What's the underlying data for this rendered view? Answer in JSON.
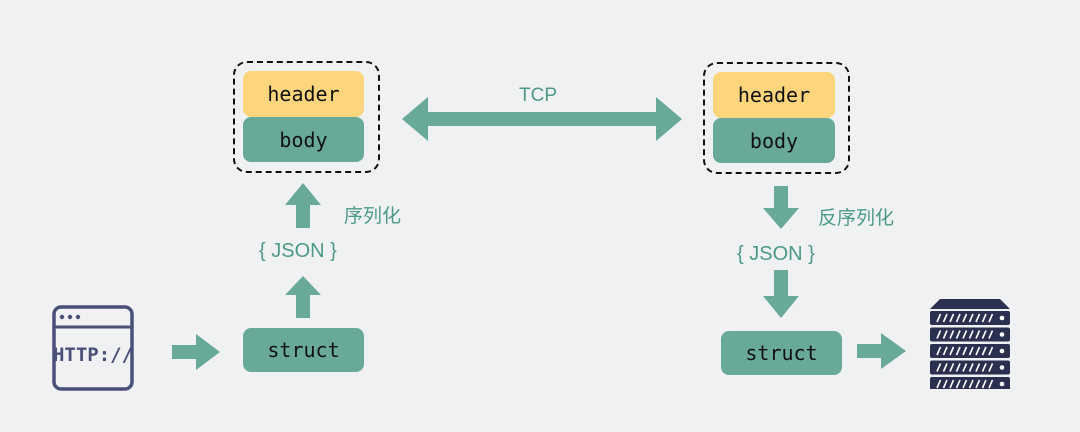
{
  "left": {
    "header_label": "header",
    "body_label": "body",
    "struct_label": "struct",
    "json_label": "{ JSON }",
    "serialize_label": "序列化",
    "http_icon_text": "HTTP://"
  },
  "middle": {
    "tcp_label": "TCP"
  },
  "right": {
    "header_label": "header",
    "body_label": "body",
    "struct_label": "struct",
    "json_label": "{ JSON }",
    "deserialize_label": "反序列化"
  },
  "icons": {
    "browser": "browser-http-icon",
    "server": "server-rack-icon"
  },
  "colors": {
    "background": "#f0f1f3",
    "header_fill": "#fdd57c",
    "teal_fill": "#68a999",
    "arrow": "#68a999",
    "label_text": "#4d9a88",
    "icon_stroke": "#4a5178",
    "server_fill": "#2c3050"
  }
}
